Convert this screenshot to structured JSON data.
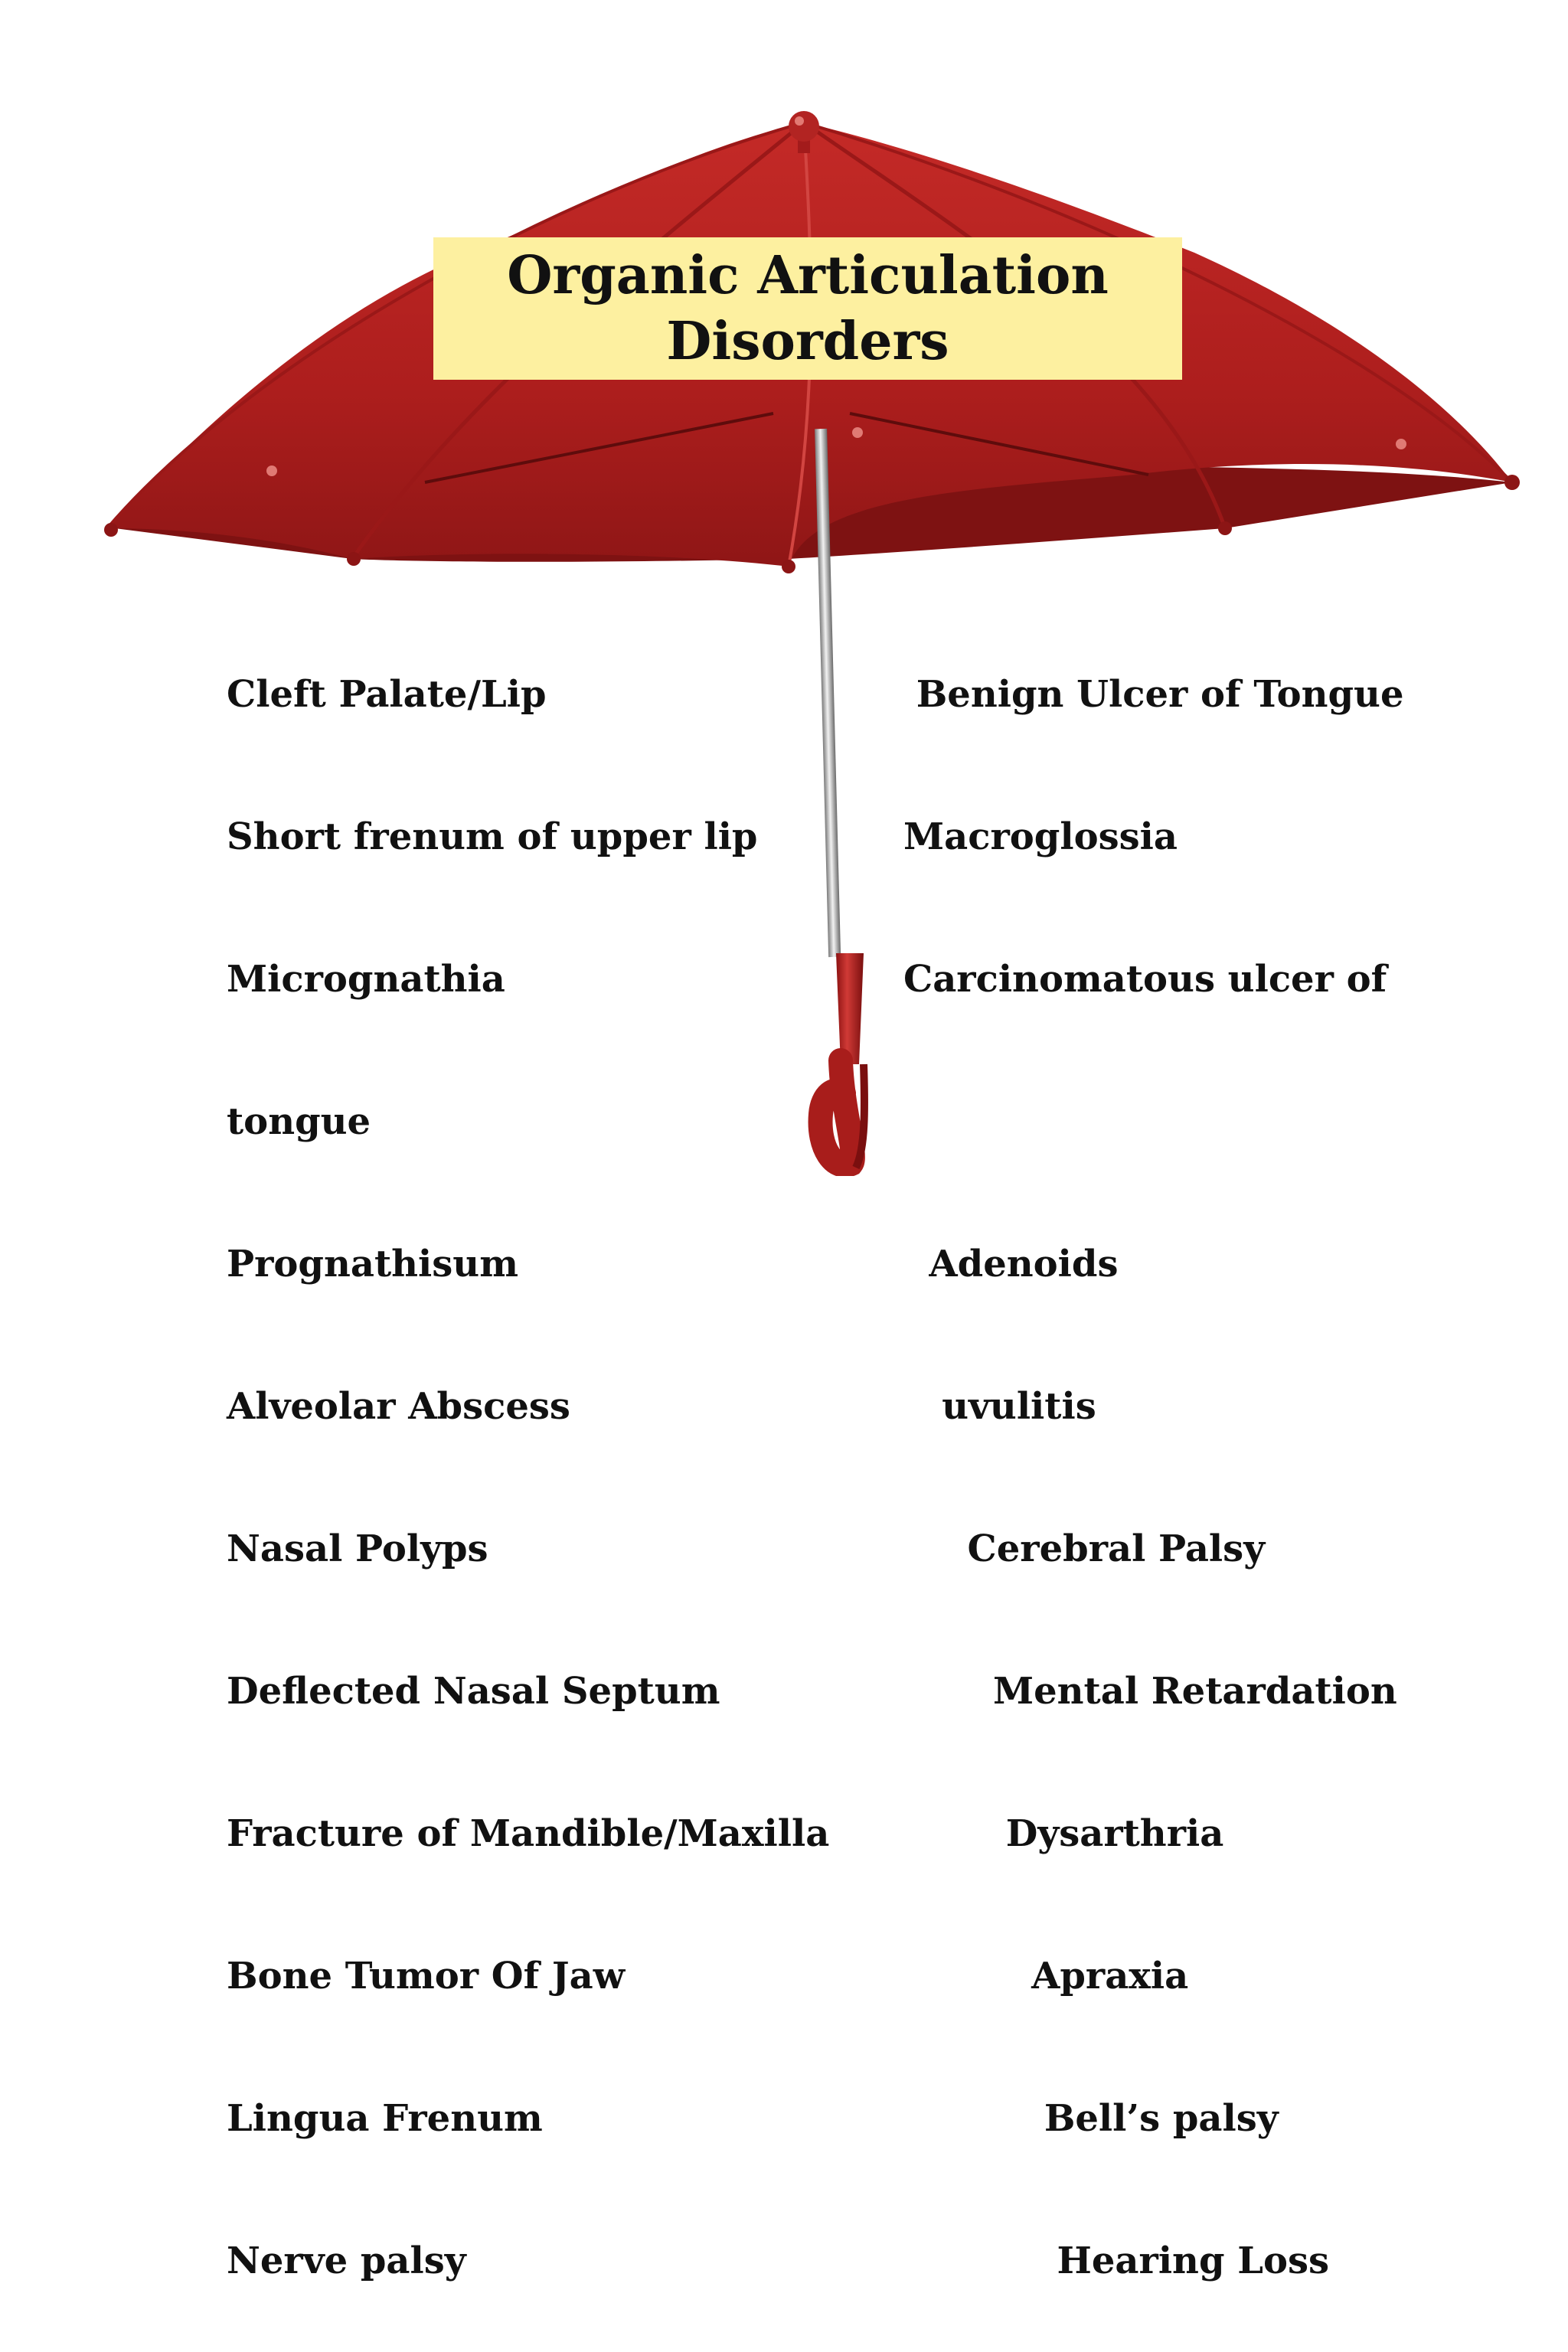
{
  "title": {
    "line1": "Organic Articulation",
    "line2": "Disorders"
  },
  "left_list": [
    "Cleft Palate/Lip",
    "Short frenum of upper lip",
    "Micrognathia",
    "tongue",
    "Prognathisum",
    "Alveolar Abscess",
    "Nasal Polyps",
    "Deflected Nasal Septum",
    "Fracture of Mandible/Maxilla",
    "Bone Tumor Of Jaw",
    "Lingua Frenum",
    "Nerve palsy"
  ],
  "right_list": [
    " Benign Ulcer of Tongue",
    "Macroglossia",
    "Carcinomatous ulcer of",
    "",
    "  Adenoids",
    "   uvulitis",
    "     Cerebral Palsy",
    "       Mental Retardation",
    "        Dysarthria",
    "          Apraxia",
    "           Bell’s palsy",
    "            Hearing Loss"
  ],
  "colors": {
    "umbrella_canopy": "#b3201f",
    "umbrella_shade": "#8e1414",
    "title_background": "#fdf0a0",
    "text": "#111111"
  }
}
